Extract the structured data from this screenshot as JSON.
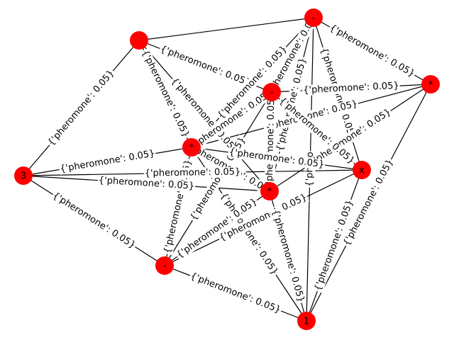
{
  "graph": {
    "node_color": "#ff0000",
    "edge_color": "#000000",
    "nodes": [
      {
        "id": "n_tl",
        "label": ""
      },
      {
        "id": "n_top",
        "label": "-"
      },
      {
        "id": "n_right",
        "label": "*"
      },
      {
        "id": "n_mid",
        "label": "-"
      },
      {
        "id": "n_star_l",
        "label": "*"
      },
      {
        "id": "n_3",
        "label": "3"
      },
      {
        "id": "n_x",
        "label": "x"
      },
      {
        "id": "n_star_c",
        "label": "*"
      },
      {
        "id": "n_bl",
        "label": "-"
      },
      {
        "id": "n_1",
        "label": "1"
      }
    ],
    "edges": [
      {
        "source": "n_tl",
        "target": "n_top",
        "label": ""
      },
      {
        "source": "n_tl",
        "target": "n_mid",
        "label": "{'pheromone': 0.05}"
      },
      {
        "source": "n_tl",
        "target": "n_star_l",
        "label": "{'pheromone': 0.05}"
      },
      {
        "source": "n_tl",
        "target": "n_3",
        "label": "{'pheromone': 0.05}"
      },
      {
        "source": "n_tl",
        "target": "n_star_c",
        "label": "{'pheromone': 0.05}"
      },
      {
        "source": "n_top",
        "target": "n_right",
        "label": "{'pheromone': 0.05}"
      },
      {
        "source": "n_top",
        "target": "n_mid",
        "label": "{'pheromone': 0.05}"
      },
      {
        "source": "n_top",
        "target": "n_star_l",
        "label": "{'pheromone': 0.05}"
      },
      {
        "source": "n_top",
        "target": "n_x",
        "label": "{'pheromone': 0.05}"
      },
      {
        "source": "n_top",
        "target": "n_star_c",
        "label": "{'pheromone': 0.05}"
      },
      {
        "source": "n_top",
        "target": "n_1",
        "label": "{'phero"
      },
      {
        "source": "n_right",
        "target": "n_mid",
        "label": "{'pheromone': 0.05}"
      },
      {
        "source": "n_right",
        "target": "n_star_l",
        "label": "{'pheromone': 0.05}"
      },
      {
        "source": "n_right",
        "target": "n_star_c",
        "label": "{'pheromone': 0.05}"
      },
      {
        "source": "n_mid",
        "target": "n_star_l",
        "label": "{'pheromone': 0.05}"
      },
      {
        "source": "n_mid",
        "target": "n_x",
        "label": "{'pheromone': 0.05}"
      },
      {
        "source": "n_mid",
        "target": "n_star_c",
        "label": "{'pheromone': 0.05}"
      },
      {
        "source": "n_mid",
        "target": "n_bl",
        "label": "{'pheromone': 0.05}"
      },
      {
        "source": "n_star_l",
        "target": "n_3",
        "label": "{'pheromone': 0.05}"
      },
      {
        "source": "n_star_l",
        "target": "n_star_c",
        "label": "{'pheromone': 0.05}"
      },
      {
        "source": "n_star_l",
        "target": "n_bl",
        "label": "{'pheromone': 0.05}"
      },
      {
        "source": "n_star_l",
        "target": "n_1",
        "label": "{'pheromone': 0.05}"
      },
      {
        "source": "n_star_l",
        "target": "n_x",
        "label": "{'pheromone': 0.05}"
      },
      {
        "source": "n_3",
        "target": "n_star_c",
        "label": "{'pheromone': 0.05}"
      },
      {
        "source": "n_3",
        "target": "n_bl",
        "label": "{'pheromone': 0.05}"
      },
      {
        "source": "n_3",
        "target": "n_x",
        "label": "{'pheromone': 0.05}"
      },
      {
        "source": "n_x",
        "target": "n_bl",
        "label": "{'pheromone': 0.05}"
      },
      {
        "source": "n_x",
        "target": "n_1",
        "label": "{'pheromone': 0.05}"
      },
      {
        "source": "n_star_c",
        "target": "n_1",
        "label": "{'pheromone': 0.05}"
      },
      {
        "source": "n_star_c",
        "target": "n_bl",
        "label": "{'pheromone': 0.05}"
      },
      {
        "source": "n_bl",
        "target": "n_1",
        "label": "{'pheromone': 0.05}"
      },
      {
        "source": "n_right",
        "target": "n_1",
        "label": "{'pheromone': 0.05}"
      }
    ]
  }
}
